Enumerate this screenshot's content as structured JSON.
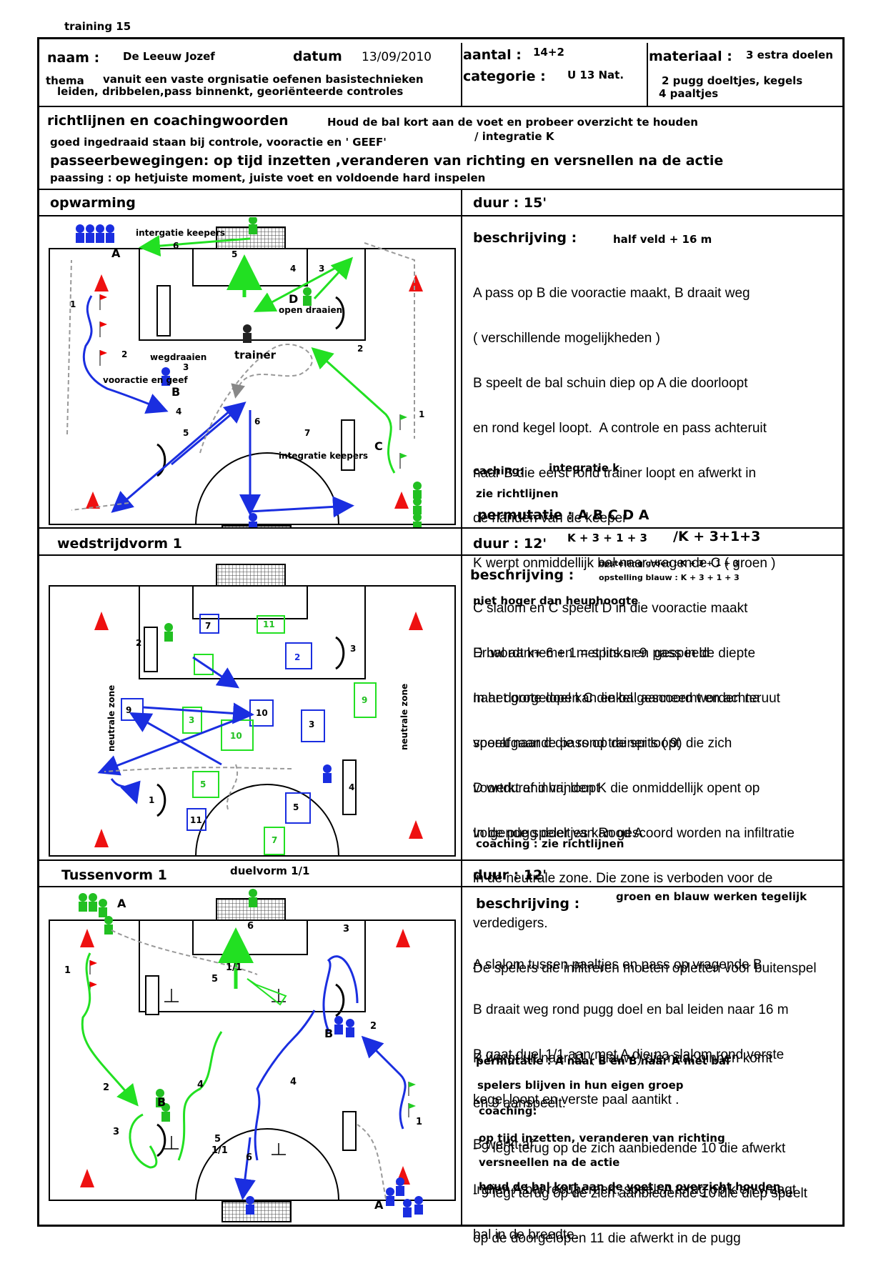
{
  "training_title": "training 15",
  "header": {
    "naam_label": "naam :",
    "naam": "De Leeuw Jozef",
    "datum_label": "datum",
    "datum": "13/09/2010",
    "aantal_label": "aantal :",
    "aantal": "14+2",
    "categorie_label": "categorie :",
    "categorie": "U 13 Nat.",
    "materiaal_label": "materiaal :",
    "materiaal_1": "3 estra doelen",
    "materiaal_2": "2 pugg doeltjes, kegels",
    "materiaal_3": "4 paaltjes",
    "thema_label": "thema",
    "thema_1": "vanuit een vaste orgnisatie oefenen basistechnieken",
    "thema_2": "leiden, dribbelen,pass binnenkt, georiënteerde controles"
  },
  "guidelines": {
    "title": "richtlijnen en coachingwoorden",
    "line_a": "Houd de bal kort aan de voet en probeer overzicht te houden",
    "line_b": "goed ingedraaid staan bij controle, vooractie en ' GEEF'",
    "line_c": "/ integratie K",
    "line_d": "passeerbewegingen: op tijd inzetten ,veranderen van richting en versnellen na de actie",
    "line_e": "paassing : op hetjuiste moment, juiste voet en voldoende hard inspelen"
  },
  "section1": {
    "title": "opwarming",
    "duur": "duur : 15'",
    "beschrijving_label": "beschrijving :",
    "veld": "half veld + 16 m",
    "text": [
      "A pass op B die vooractie maakt, B draait weg",
      "( verschillende mogelijkheden )",
      "B speelt de bal schuin diep op A die doorloopt",
      "en rond kegel loopt.  A controle en pass achteruit",
      "naar B die eerst rond trainer loopt en afwerkt in",
      "de handen van de keeper",
      "K werpt onmiddellijk bal naar vragende C ( groen )",
      "C slalom en C speelt D in die vooractie maakt",
      "D bal aannemen met links en pass in de diepte",
      "naar doorgelopen C die bal aanneemt en achteruut",
      "speelt naar d die rond trainer loopt",
      "D werkt af inhanden K die onmiddellijk opent op",
      "volgende speler van Rood A"
    ],
    "caching_label": "caching:",
    "caching": "integratie k",
    "zie": "zie richtlijnen",
    "permutatie": "permutatie : A B C D A",
    "labels": {
      "keepers_top": "intergatie keepers",
      "keepers_bottom": "integratie keepers",
      "open_draaien": "open draaien",
      "trainer": "trainer",
      "wegdraaien": "wegdraaien",
      "vooractie": "vooractie en geef",
      "A": "A",
      "B": "B",
      "C": "C",
      "D": "D",
      "n1": "1",
      "n2": "2",
      "n3": "3",
      "n4": "4",
      "n5": "5",
      "n6": "6",
      "n7": "7"
    }
  },
  "section2": {
    "title": "wedstrijdvorm 1",
    "duur": "duur : 12'",
    "formation_a": "K + 3 + 1 + 3",
    "formation_b": "/K + 3+1+3",
    "beschrijving_label": "beschrijving :",
    "opstelling_groen": "opstelling groen : K + 3 + 1 + 3",
    "opstelling_blauw": "opstelling blauw : K + 3 + 1 + 3",
    "hoogte": "niet hoger dan heuphoogte",
    "text": [
      "Er wordt k+ 6 + 1 = spits nr 9  gespeeld",
      "In het grote doel kan enkel gescoord worden na",
      "voorafgaande pass op de spits ( 9) die zich",
      "voortdurend vrij loopt",
      "In de pugg doeltjes kan gescoord worden na infiltratie",
      "in de neutrale zone. Die zone is verboden voor de",
      "verdedigers.",
      "De spelers die infiltreren moeten opletten voor buitenspel",
      "",
      "K werpt uit naar 11 ( blauw ) die naar binnen komt",
      "en 9 aanspeelt:",
      "- 9 legt terug op de zich aanbiedende 10 die afwerkt",
      "- 9 legt terug op de zich aanbiedende 10 die diep speelt",
      "op de doorgelopen 11 die afwerkt in de pugg"
    ],
    "coaching": "coaching : zie richtlijnen",
    "zone_label": "neutrale zone"
  },
  "section3": {
    "title": "Tussenvorm 1",
    "subtitle": "duelvorm 1/1",
    "duur": "duur : 12'",
    "beschrijving_label": "beschrijving :",
    "note": "groen en blauw werken tegelijk",
    "text": [
      "A slalom tussen paaltjes en pass op vragende B",
      "B draait weg rond pugg doel en bal leiden naar 16 m",
      "B gaat duel 1/1 aan met A die na slalom rond verste",
      "kegel loopt en verste paal aantikt .",
      "B werkt af",
      "Indien A bal recupereert, speelt A terug op k en vraagt",
      "bal in de breedte."
    ],
    "permutatie": "permutatie : A naar B en B naar A met bal",
    "groep": "spelers blijven in hun eigen groep",
    "coaching_label": "coaching:",
    "coaching_1": "op tijd inzetten, veranderen van richting",
    "coaching_2": "versneellen na de actie",
    "coaching_3": "houd de bal kort aan de voet en overzicht houden"
  }
}
